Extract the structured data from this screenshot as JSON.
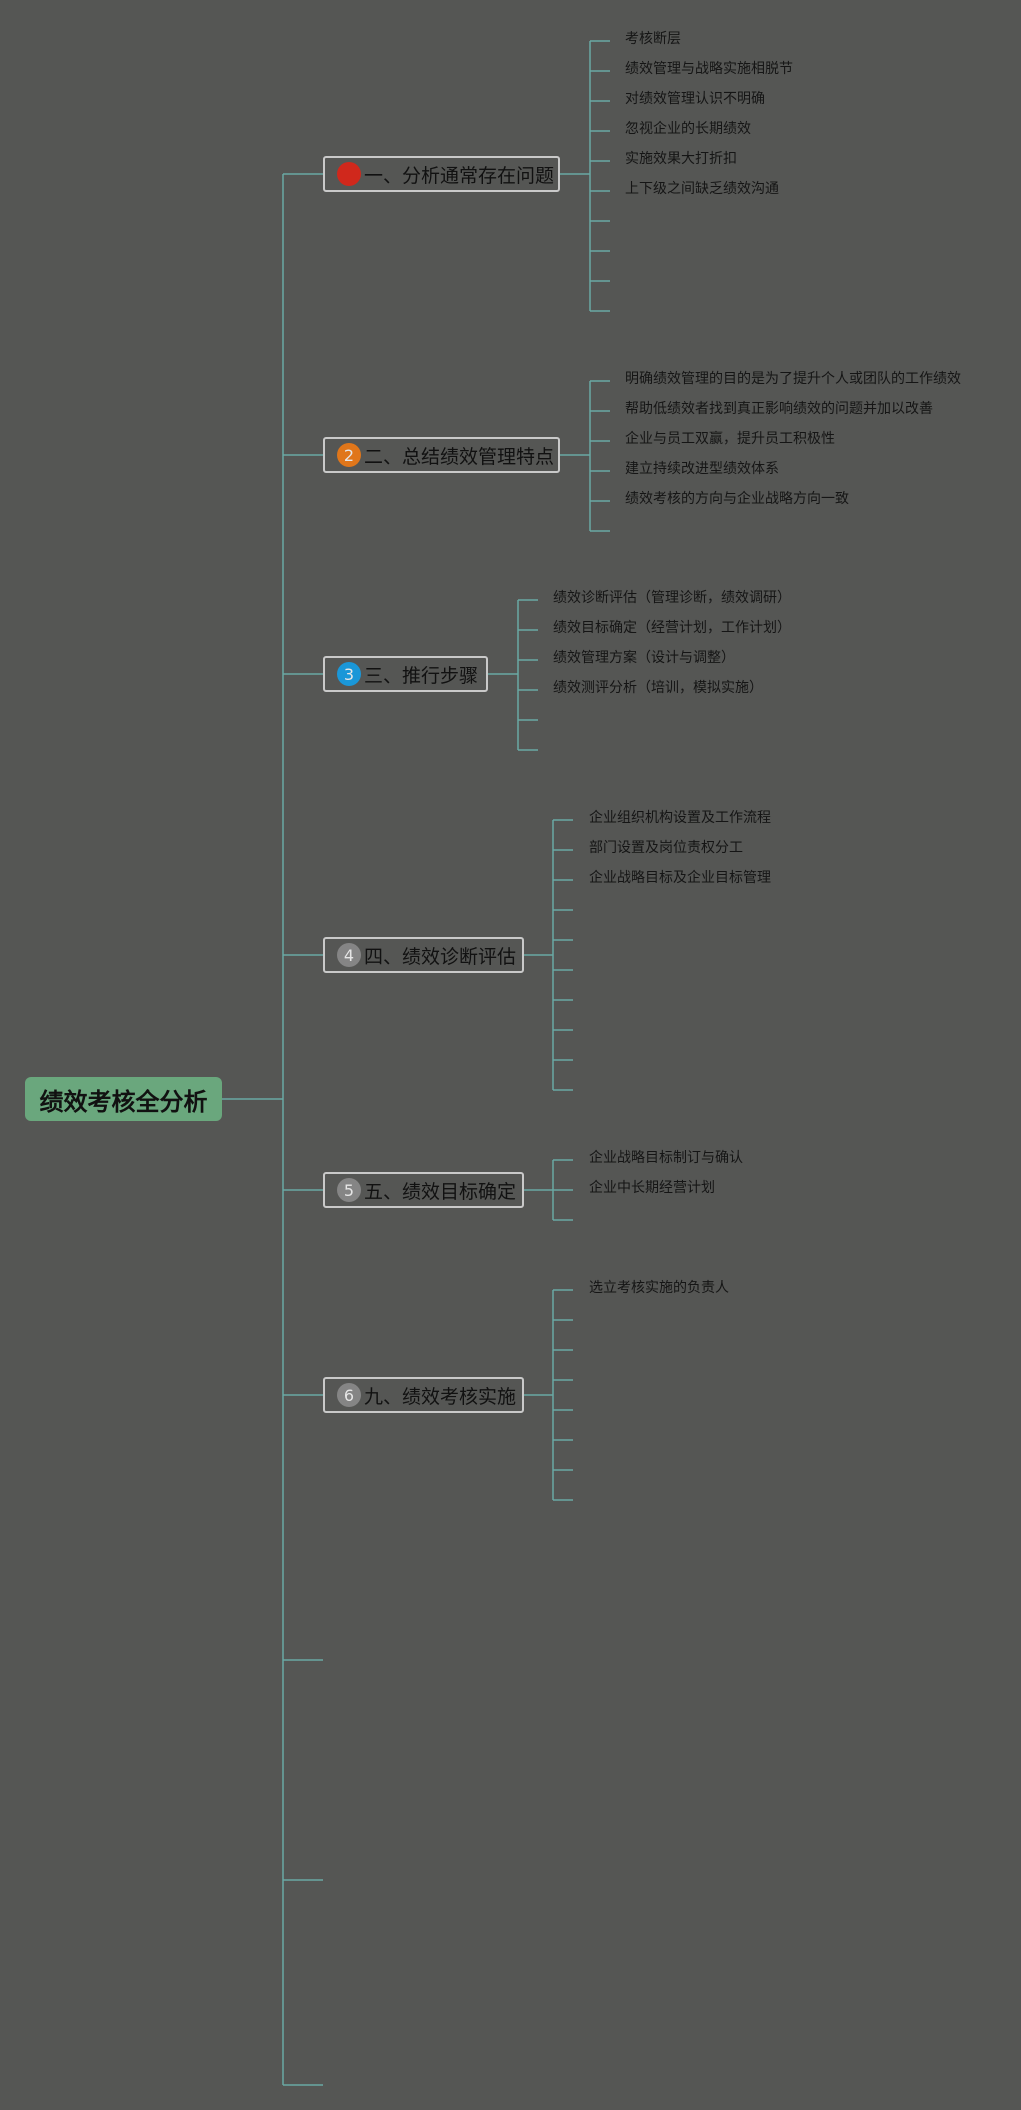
{
  "root": {
    "title": "绩效考核全分析"
  },
  "colors": {
    "background": "#555654",
    "line": "#6aa9a3",
    "root_fill": "#6aa77d",
    "box_border": "#c9c9c9"
  },
  "branches": [
    {
      "label": "一、分析通常存在问题",
      "badge": {
        "number": "",
        "color": "#d0281c"
      },
      "items": [
        "考核断层",
        "绩效管理与战略实施相脱节",
        "对绩效管理认识不明确",
        "忽视企业的长期绩效",
        "实施效果大打折扣",
        "上下级之间缺乏绩效沟通",
        "",
        "",
        "",
        ""
      ]
    },
    {
      "label": "二、总结绩效管理特点",
      "badge": {
        "number": "2",
        "color": "#e0761a"
      },
      "items": [
        "明确绩效管理的目的是为了提升个人或团队的工作绩效",
        "帮助低绩效者找到真正影响绩效的问题并加以改善",
        "企业与员工双赢，提升员工积极性",
        "建立持续改进型绩效体系",
        "绩效考核的方向与企业战略方向一致",
        ""
      ]
    },
    {
      "label": "三、推行步骤",
      "badge": {
        "number": "3",
        "color": "#1a97d8"
      },
      "items": [
        "绩效诊断评估（管理诊断，绩效调研）",
        "绩效目标确定（经营计划，工作计划）",
        "绩效管理方案（设计与调整）",
        "绩效测评分析（培训，模拟实施）",
        "",
        ""
      ]
    },
    {
      "label": "四、绩效诊断评估",
      "badge": {
        "number": "4",
        "color": "#858585"
      },
      "items": [
        "企业组织机构设置及工作流程",
        "部门设置及岗位责权分工",
        "企业战略目标及企业目标管理",
        "",
        "",
        "",
        "",
        "",
        "",
        ""
      ]
    },
    {
      "label": "五、绩效目标确定",
      "badge": {
        "number": "5",
        "color": "#858585"
      },
      "items": [
        "企业战略目标制订与确认",
        "企业中长期经营计划",
        ""
      ]
    },
    {
      "label": "九、绩效考核实施",
      "badge": {
        "number": "6",
        "color": "#858585"
      },
      "items": [
        "选立考核实施的负责人",
        "",
        "",
        "",
        "",
        "",
        "",
        ""
      ]
    }
  ]
}
